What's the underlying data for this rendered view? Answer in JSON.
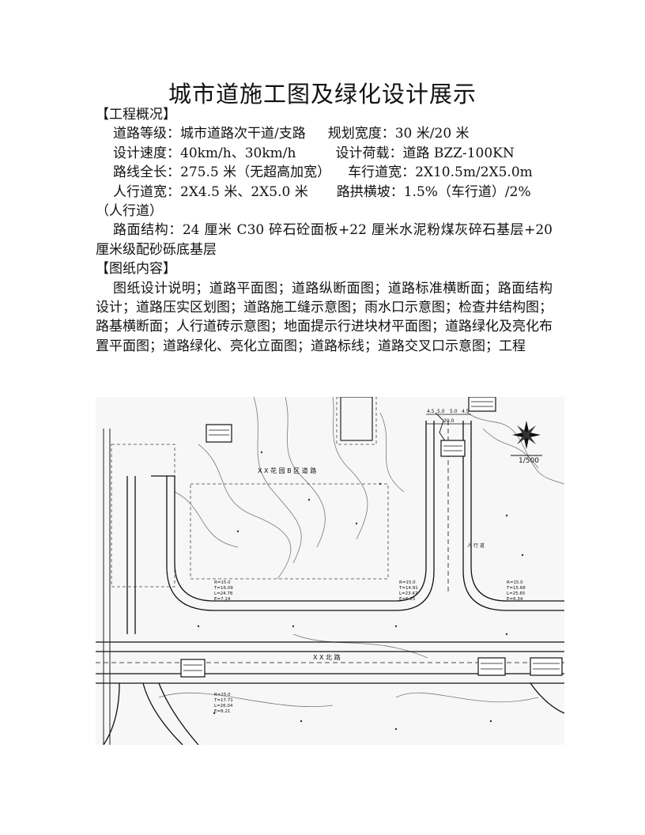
{
  "title": "城市道施工图及绿化设计展示",
  "sections": {
    "overview_heading": "【工程概况】",
    "overview_lines": [
      [
        "道路等级：城市道路次干道/支路",
        "规划宽度：30 米/20 米"
      ],
      [
        "设计速度：40km/h、30km/h",
        "设计荷载：道路 BZZ-100KN"
      ],
      [
        "路线全长：275.5 米（无超高加宽）",
        "车行道宽：2X10.5m/2X5.0m"
      ],
      [
        "人行道宽：2X4.5 米、2X5.0 米",
        "路拱横坡：1.5%（车行道）/2%"
      ]
    ],
    "overview_wrap": "（人行道）",
    "pavement": "路面结构：24 厘米 C30 碎石砼面板+22 厘米水泥粉煤灰碎石基层+20 厘米级配砂砾底基层",
    "drawings_heading": "【图纸内容】",
    "drawings_text": "图纸设计说明；道路平面图；道路纵断面图；道路标准横断面；路面结构设计；道路压实区划图；道路施工缝示意图；雨水口示意图；检查井结构图；路基横断面；人行道砖示意图；地面提示行进块材平面图；道路绿化及亮化布置平面图；道路绿化、亮化立面图；道路标线；道路交叉口示意图；工程"
  },
  "plan": {
    "scale": "1/500",
    "road_north": "X X 花 园 B 区 道 路",
    "road_south": "X X 北 路",
    "width_marks": [
      "4.5",
      "5.0",
      "5.0",
      "4.5"
    ],
    "width_total": "20.0",
    "sidewalk_label": "人 行 道",
    "curve_tables": [
      [
        "R=15.0",
        "T=16.09",
        "L=24.78",
        "E=7.14"
      ],
      [
        "R=15.0",
        "T=14.91",
        "L=23.47",
        "E=6.25"
      ],
      [
        "R=15.0",
        "T=15.68",
        "L=25.65",
        "E=6.34"
      ],
      [
        "R=15.0",
        "T=17.71",
        "L=26.04",
        "E=8.21"
      ]
    ],
    "colors": {
      "line": "#222222",
      "road_edge": "#111111",
      "contour": "#555555",
      "background": "#f7f7f7"
    }
  }
}
